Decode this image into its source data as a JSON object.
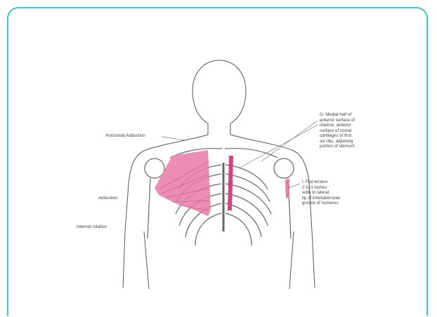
{
  "labels": {
    "horizontal_adduction": "Horizontal Adduction",
    "adduction": "Adduction",
    "internal_rotation": "Internal rotation",
    "origin": "O. Medial half of\nanterior surface of\nclavicle, anterior\nsurface of costal\ncartilages of first\nsix ribs, adjoining\nportion of sternum",
    "insertion": "I. Flat tendon\n2 to 3 inches\nwide to lateral\nlip of intertubercular\ngroove of humerus"
  },
  "colors": {
    "frame": "#3ec3da",
    "muscle": "#e77aa3",
    "outline": "#555555"
  }
}
